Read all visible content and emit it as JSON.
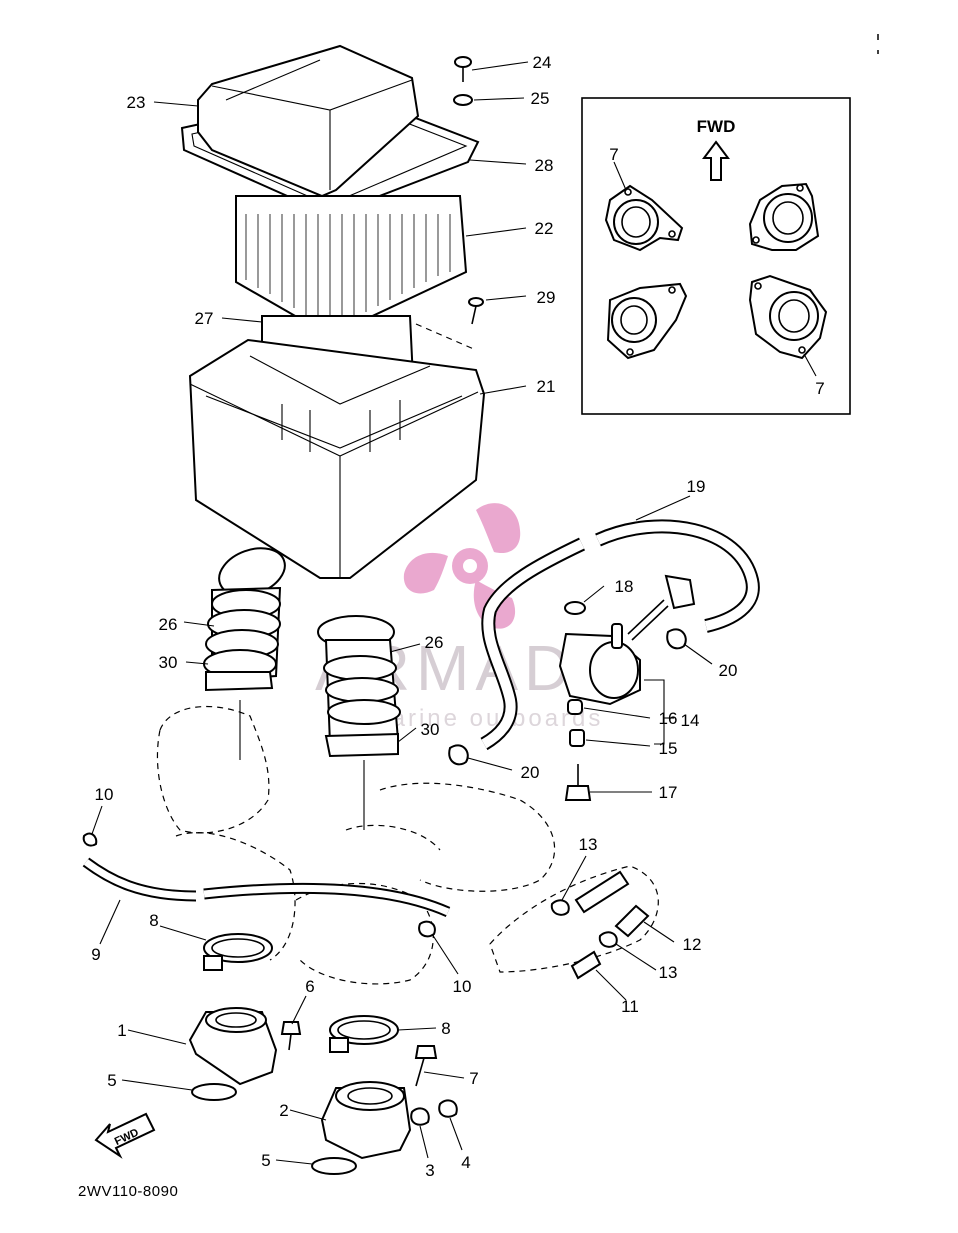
{
  "diagram": {
    "part_number": "2WV110-8090",
    "inset_direction_label": "FWD",
    "fwd_arrow_label": "FWD",
    "callouts": [
      "1",
      "2",
      "3",
      "4",
      "5",
      "5",
      "6",
      "7",
      "7",
      "7",
      "8",
      "8",
      "9",
      "10",
      "10",
      "11",
      "12",
      "13",
      "13",
      "14",
      "15",
      "16",
      "17",
      "18",
      "19",
      "20",
      "20",
      "21",
      "22",
      "23",
      "24",
      "25",
      "26",
      "26",
      "27",
      "28",
      "29",
      "30",
      "30"
    ]
  },
  "watermark": {
    "brand": "ARMADA",
    "tagline": "marine outboards"
  },
  "colors": {
    "ink": "#000000",
    "watermark_pink": "#e48cbf",
    "watermark_text": "#c9bec6",
    "paper": "#ffffff"
  }
}
